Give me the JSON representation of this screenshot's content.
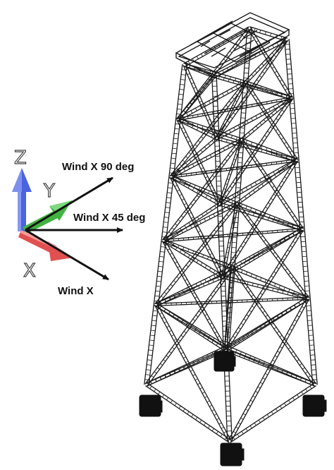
{
  "triad": {
    "z_label": "Z",
    "y_label": "Y",
    "x_label": "X"
  },
  "wind_arrows": [
    {
      "label": "Wind X 90 deg",
      "angle_deg": 90
    },
    {
      "label": "Wind X 45 deg",
      "angle_deg": 45
    },
    {
      "label": "Wind X",
      "angle_deg": 0
    }
  ],
  "colors": {
    "z_axis": "#4a63e0",
    "y_axis": "#3fb43f",
    "x_axis": "#e05050",
    "structure": "#1a1a1a",
    "supports": "#111111"
  }
}
